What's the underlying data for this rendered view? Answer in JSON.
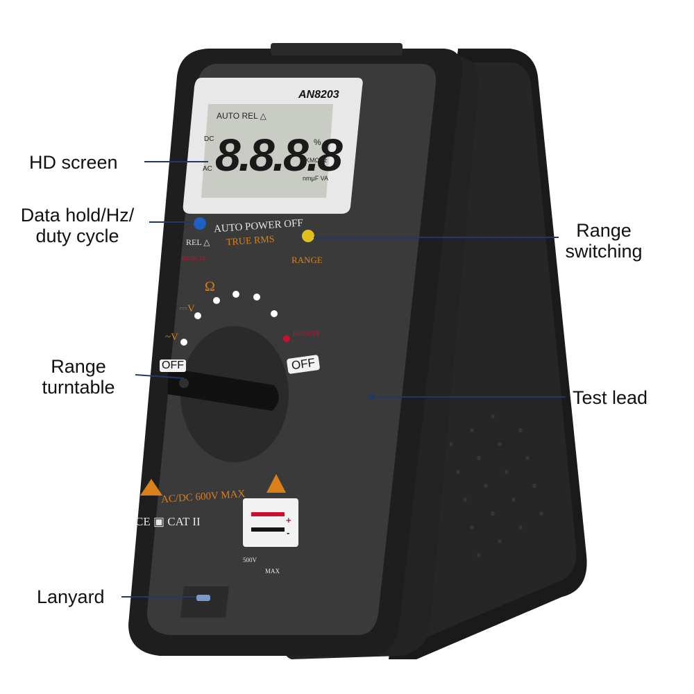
{
  "labels": {
    "hd_screen": "HD screen",
    "data_hold_line1": "Data hold/Hz/",
    "data_hold_line2": "duty cycle",
    "range_switching_line1": "Range",
    "range_switching_line2": "switching",
    "range_turntable_line1": "Range",
    "range_turntable_line2": "turntable",
    "test_lead": "Test lead",
    "lanyard": "Lanyard"
  },
  "device": {
    "model": "AN8203",
    "lcd_icons": "AUTO REL △",
    "lcd_digits": "8.8.8.8",
    "lcd_dc": "DC",
    "lcd_ac": "AC",
    "lcd_percent": "%",
    "lcd_units1": "KMΩHz",
    "lcd_units2": "nmμF VA",
    "auto_power_off": "AUTO POWER OFF",
    "true_rms": "TRUE RMS",
    "rel": "REL △",
    "hz_duty": "HZ/DUTY",
    "range": "RANGE",
    "dial_off_left": "OFF",
    "dial_off_right": "OFF",
    "dial_ohm": "Ω",
    "dial_dcv": "⎓V",
    "dial_acv": "~V",
    "dial_hz_duty": "HZ/DUTY",
    "warning": "AC/DC 600V MAX",
    "cert": "CE ▣ CAT II",
    "max_500v": "500V",
    "max_label": "MAX",
    "plus": "+",
    "minus": "-"
  },
  "colors": {
    "body": "#3a3a3a",
    "case": "#1e1e1e",
    "screen_bezel": "#e8e8e8",
    "lcd": "#c9ccc4",
    "hold_button": "#1f5fbf",
    "range_button": "#e0c020",
    "accent_orange": "#d9801a",
    "lead_red": "#c8102e",
    "lead_black": "#151515",
    "callout_line": "#1f3a64"
  }
}
